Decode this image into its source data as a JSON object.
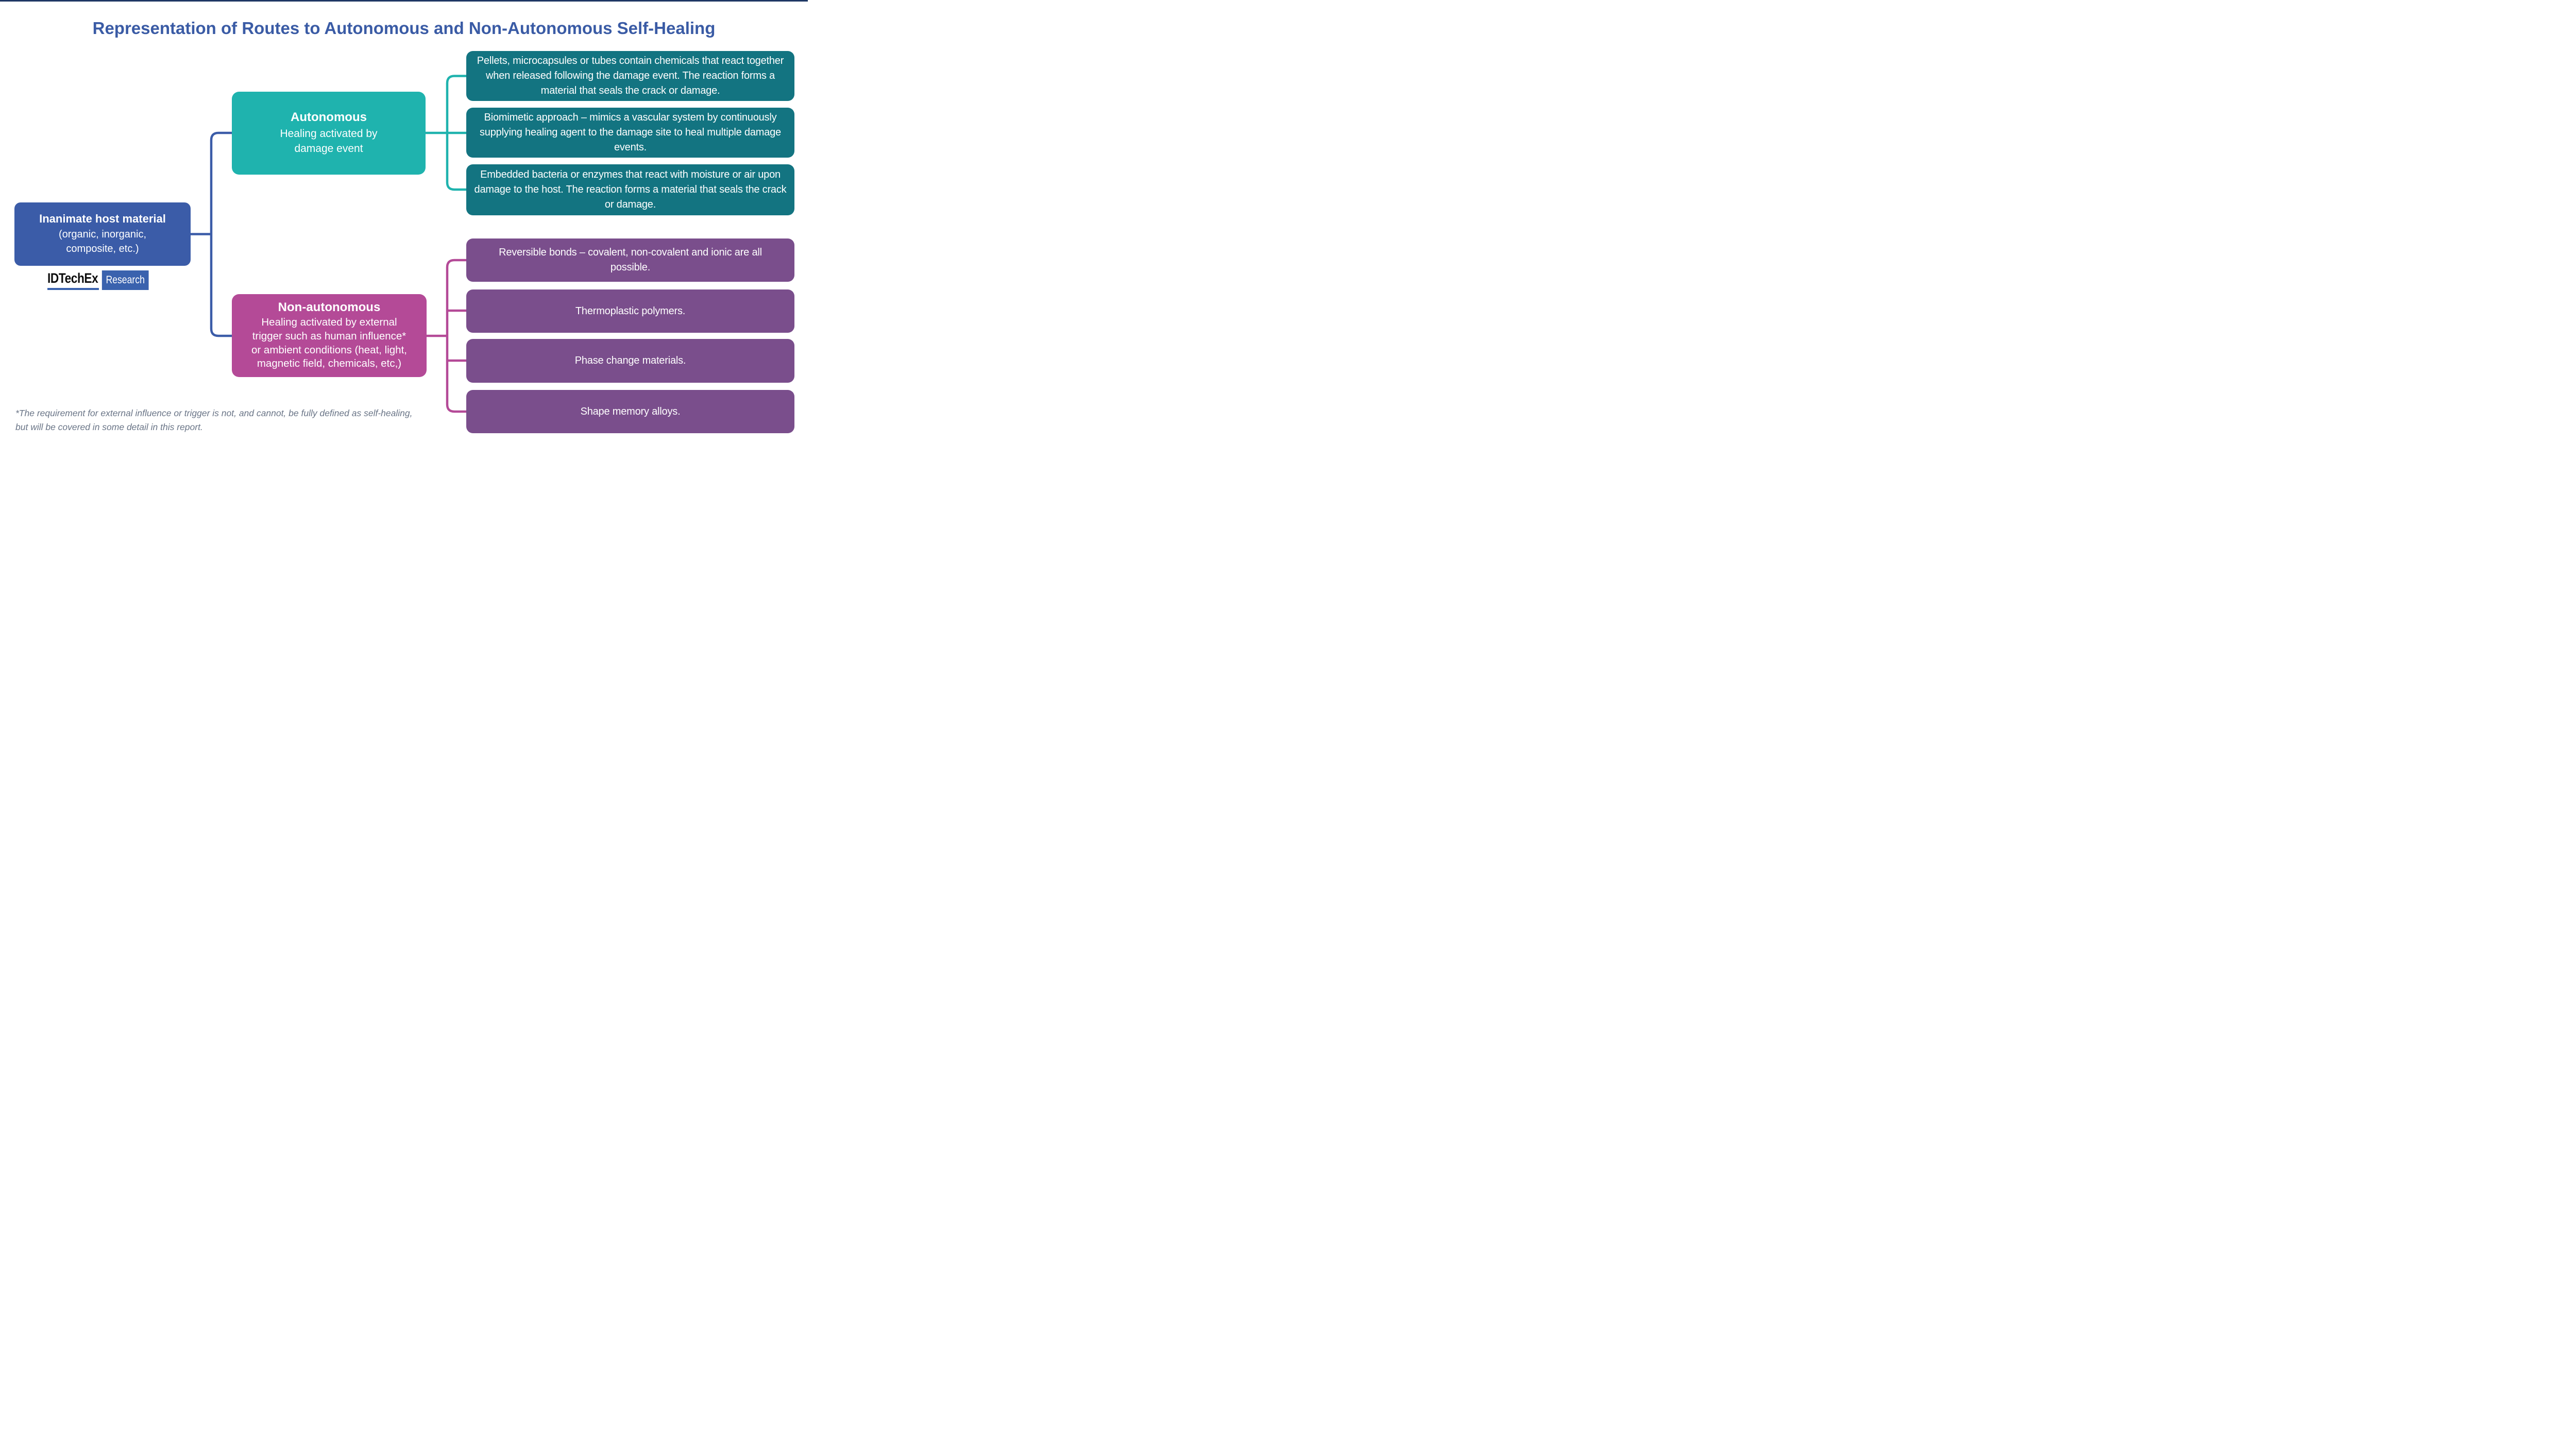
{
  "page": {
    "title": "Representation of Routes to Autonomous and Non-Autonomous Self-Healing",
    "footnote": {
      "line1": "*The requirement for external influence or trigger is not, and cannot, be fully defined as self-healing,",
      "line2": "but will be covered in some detail in this report."
    }
  },
  "logo": {
    "wordmark": "IDTechEx",
    "badge": "Research"
  },
  "root_box": {
    "title": "Inanimate host material",
    "lines": [
      "(organic, inorganic,",
      "composite, etc.)"
    ]
  },
  "autonomous": {
    "title": "Autonomous",
    "lines": [
      "Healing activated by",
      "damage event"
    ],
    "routes": [
      "Pellets, microcapsules or tubes contain chemicals that react together when released following the damage event. The reaction forms a material that seals the crack or damage.",
      "Biomimetic approach – mimics a vascular system by continuously supplying healing agent to the damage site to heal multiple damage events.",
      "Embedded bacteria or enzymes that react with moisture or air upon damage to the host. The reaction forms a material that seals the crack or damage."
    ]
  },
  "non_autonomous": {
    "title": "Non-autonomous",
    "lines": [
      "Healing activated by external",
      "trigger such as human influence*",
      "or ambient conditions (heat, light,",
      "magnetic field, chemicals, etc,)"
    ],
    "routes": [
      "Reversible bonds – covalent, non-covalent and ionic are all possible.",
      "Thermoplastic polymers.",
      "Phase change materials.",
      "Shape memory alloys."
    ]
  },
  "colors": {
    "title_blue": "#3A5BA5",
    "root_blue": "#3B5CA8",
    "autonomous_teal": "#1FB3AE",
    "route_teal": "#137481",
    "non_autonomous_magenta": "#B44A97",
    "route_purple": "#7A4E8C",
    "footnote_gray": "#6A7587",
    "logo_blue": "#3A62AE",
    "top_bar_navy": "#1F3864"
  }
}
